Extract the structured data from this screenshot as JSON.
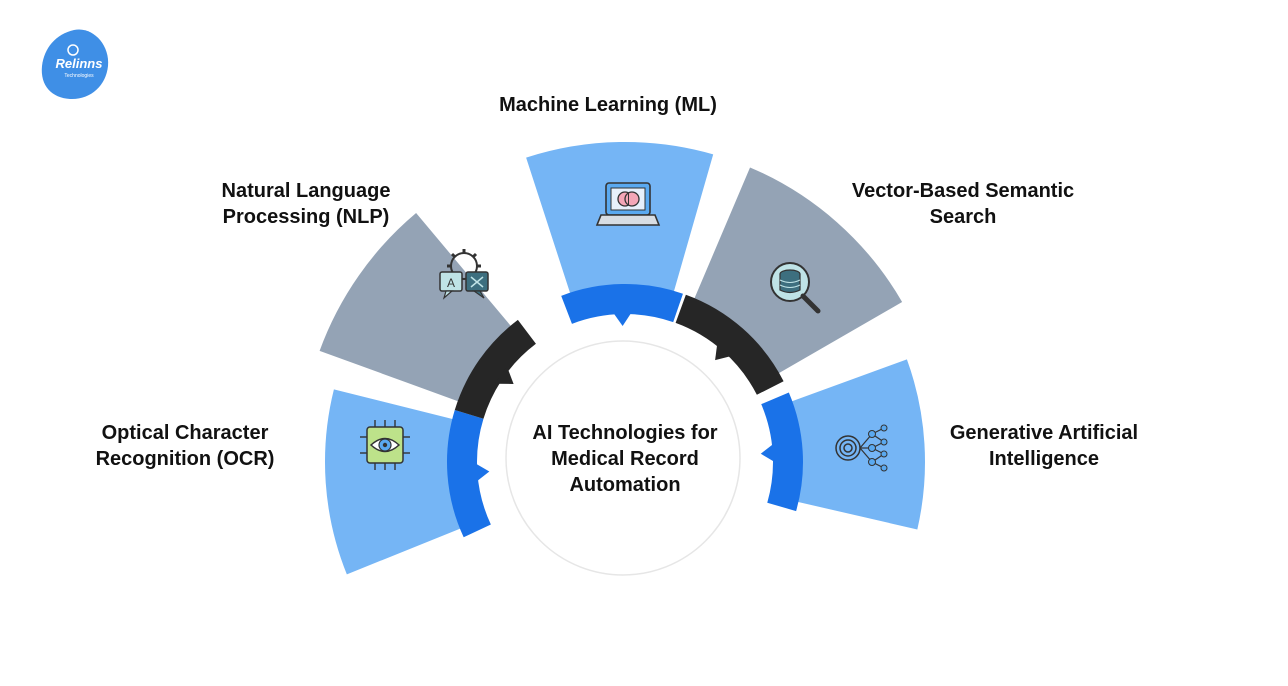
{
  "brand": {
    "logo_text": "Relinns",
    "logo_sub": "Technologies",
    "logo_color": "#3f8fe6"
  },
  "center": {
    "title_lines": [
      "AI Technologies for",
      "Medical Record",
      "Automation"
    ]
  },
  "segments": [
    {
      "id": "ocr",
      "label_lines": [
        "Optical Character",
        "Recognition (OCR)"
      ],
      "icon": "eye-chip-icon",
      "fill": "#75b5f5",
      "ring": "#1a72e8"
    },
    {
      "id": "nlp",
      "label_lines": [
        "Natural Language",
        "Processing (NLP)"
      ],
      "icon": "language-gear-icon",
      "fill": "#94a3b5",
      "ring": "#262626"
    },
    {
      "id": "ml",
      "label_lines": [
        "Machine Learning (ML)"
      ],
      "icon": "brain-laptop-icon",
      "fill": "#75b5f5",
      "ring": "#1a72e8"
    },
    {
      "id": "vector",
      "label_lines": [
        "Vector-Based Semantic",
        "Search"
      ],
      "icon": "database-search-icon",
      "fill": "#94a3b5",
      "ring": "#262626"
    },
    {
      "id": "genai",
      "label_lines": [
        "Generative Artificial",
        "Intelligence"
      ],
      "icon": "fingerprint-network-icon",
      "fill": "#75b5f5",
      "ring": "#1a72e8"
    }
  ]
}
